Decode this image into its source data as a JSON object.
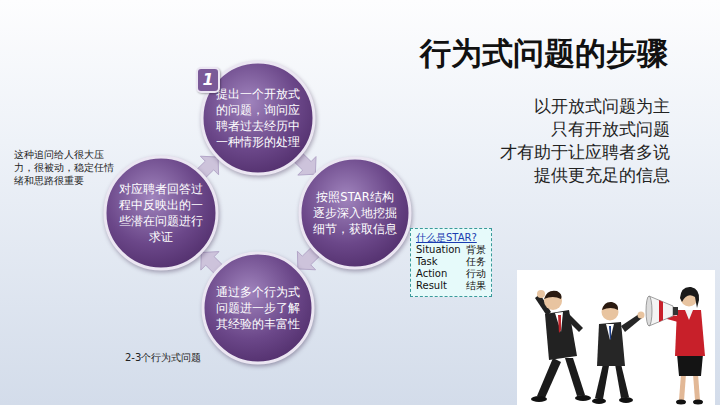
{
  "diagram": {
    "title": "行为式问题的步骤",
    "nodes": [
      {
        "text": [
          "提出一个开放式的问题，询问应聘者过去经历中一种情形的处理"
        ]
      },
      {
        "text": [
          "按照STAR结构逐步深入地挖掘细节，获取信息"
        ]
      },
      {
        "text": [
          "通过多个行为式问题进一步了解其经验的丰富性"
        ]
      },
      {
        "text": [
          "对应聘者回答过程中反映出的一些潜在问题进行求证"
        ]
      },
      {
        "text": [
          "什么是STAR?",
          "Situation",
          "背景",
          "Task",
          "任务",
          "Action",
          "行动",
          "Result",
          "结果"
        ]
      }
    ],
    "edges": [
      {
        "from": 0,
        "to": 1,
        "arrow": "to"
      },
      {
        "from": 1,
        "to": 2,
        "arrow": "to"
      },
      {
        "from": 2,
        "to": 3,
        "arrow": "to"
      },
      {
        "from": 3,
        "to": 0,
        "arrow": "to"
      }
    ],
    "labels": [
      "1",
      "这种追问给人很大压力，很被动，稳定任情绪和思路很重要",
      "以开放式问题为主",
      "只有开放式问题",
      "才有助于让应聘者多说",
      "提供更充足的信息",
      "2-3个行为式问题"
    ]
  }
}
